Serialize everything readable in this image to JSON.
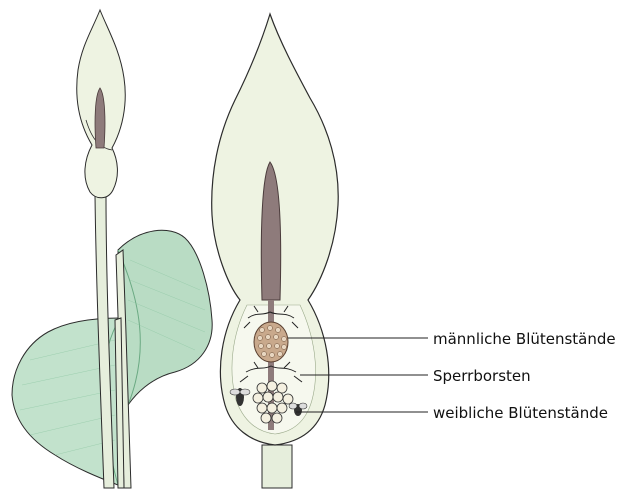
{
  "labels": {
    "male": "männliche Blütenstände",
    "bristles": "Sperrborsten",
    "female": "weibliche Blütenstände"
  },
  "colors": {
    "spathe": "#eef3e2",
    "spathe_stroke": "#2b2b2b",
    "spadix": "#8e7b7b",
    "leaf": "#b9dcc4",
    "leaf_dark": "#7fbf99",
    "male_flowers": "#c9a98c",
    "leader_line": "#222222"
  },
  "icons": {
    "insect": "fly-icon"
  }
}
